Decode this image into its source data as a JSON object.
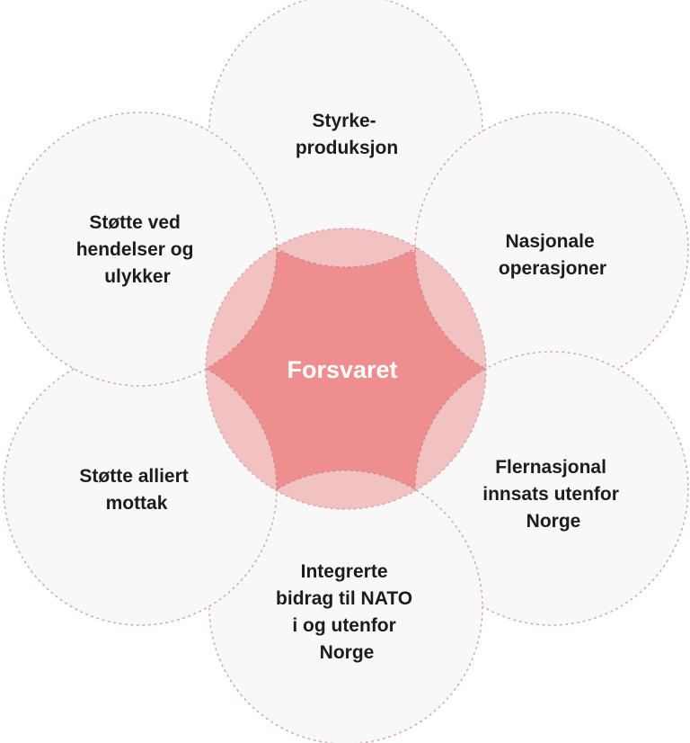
{
  "center": {
    "label": "Forsvaret"
  },
  "petals": [
    {
      "id": "styrkeproduksjon",
      "lines": [
        "Styrke-",
        "produksjon"
      ]
    },
    {
      "id": "nasjonale-operasjoner",
      "lines": [
        "Nasjonale",
        "operasjoner"
      ]
    },
    {
      "id": "flernasjonal-innsats",
      "lines": [
        "Flernasjonal",
        "innsats utenfor",
        "Norge"
      ]
    },
    {
      "id": "integrerte-bidrag",
      "lines": [
        "Integrerte",
        "bidrag til NATO",
        "i og utenfor",
        "Norge"
      ]
    },
    {
      "id": "stotte-alliert-mottak",
      "lines": [
        "Støtte alliert",
        "mottak"
      ]
    },
    {
      "id": "stotte-hendelser",
      "lines": [
        "Støtte ved",
        "hendelser og",
        "ulykker"
      ]
    }
  ],
  "colors": {
    "petal_fill": "#f9f8f8",
    "petal_border": "#d7a9ad",
    "center_ring": "#f2c2c3",
    "center_star": "#ee8e8f",
    "center_text": "#ffffff",
    "petal_text": "#1c1c1c"
  }
}
